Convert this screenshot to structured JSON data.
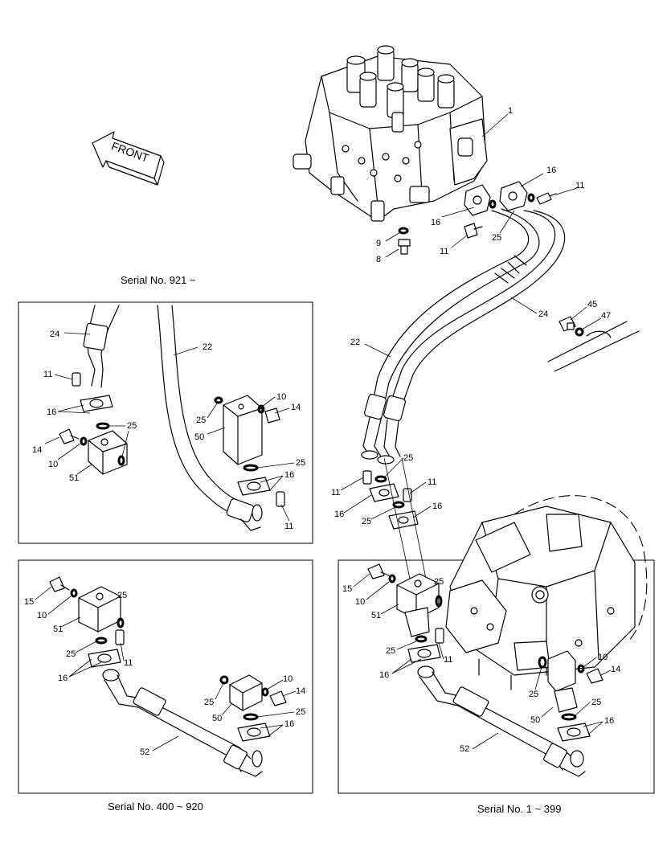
{
  "direction_label": "FRONT",
  "captions": {
    "serial_921": "Serial No. 921 ~",
    "serial_400_920": "Serial No. 400 ~ 920",
    "serial_1_399": "Serial No. 1 ~ 399"
  },
  "main_labels": {
    "p1": "1",
    "p16a": "16",
    "p11a": "11",
    "p16b": "16",
    "p25a": "25",
    "p11b": "11",
    "p9": "9",
    "p8": "8",
    "p24": "24",
    "p45": "45",
    "p47": "47",
    "p22": "22",
    "p25b": "25",
    "p11c": "11",
    "p11d": "11",
    "p16c": "16",
    "p16d": "16",
    "p25c": "25"
  },
  "box_top_labels": {
    "p24": "24",
    "p22": "22",
    "p11": "11",
    "p16": "16",
    "p25a": "25",
    "p14a": "14",
    "p10a": "10",
    "p51": "51",
    "p25b": "25",
    "p50": "50",
    "p10b": "10",
    "p14b": "14",
    "p25c": "25",
    "p16b": "16",
    "p11b": "11"
  },
  "box_mid_labels": {
    "p15": "15",
    "p10a": "10",
    "p51": "51",
    "p25a": "25",
    "p25b": "25",
    "p11": "11",
    "p16": "16",
    "p25c": "25",
    "p50": "50",
    "p10b": "10",
    "p14": "14",
    "p25d": "25",
    "p16b": "16",
    "p52": "52"
  },
  "box_right_labels": {
    "p15": "15",
    "p10a": "10",
    "p51": "51",
    "p25a": "25",
    "p25b": "25",
    "p11": "11",
    "p16": "16",
    "p10b": "10",
    "p14": "14",
    "p25c": "25",
    "p50": "50",
    "p25d": "25",
    "p16b": "16",
    "p52": "52"
  }
}
